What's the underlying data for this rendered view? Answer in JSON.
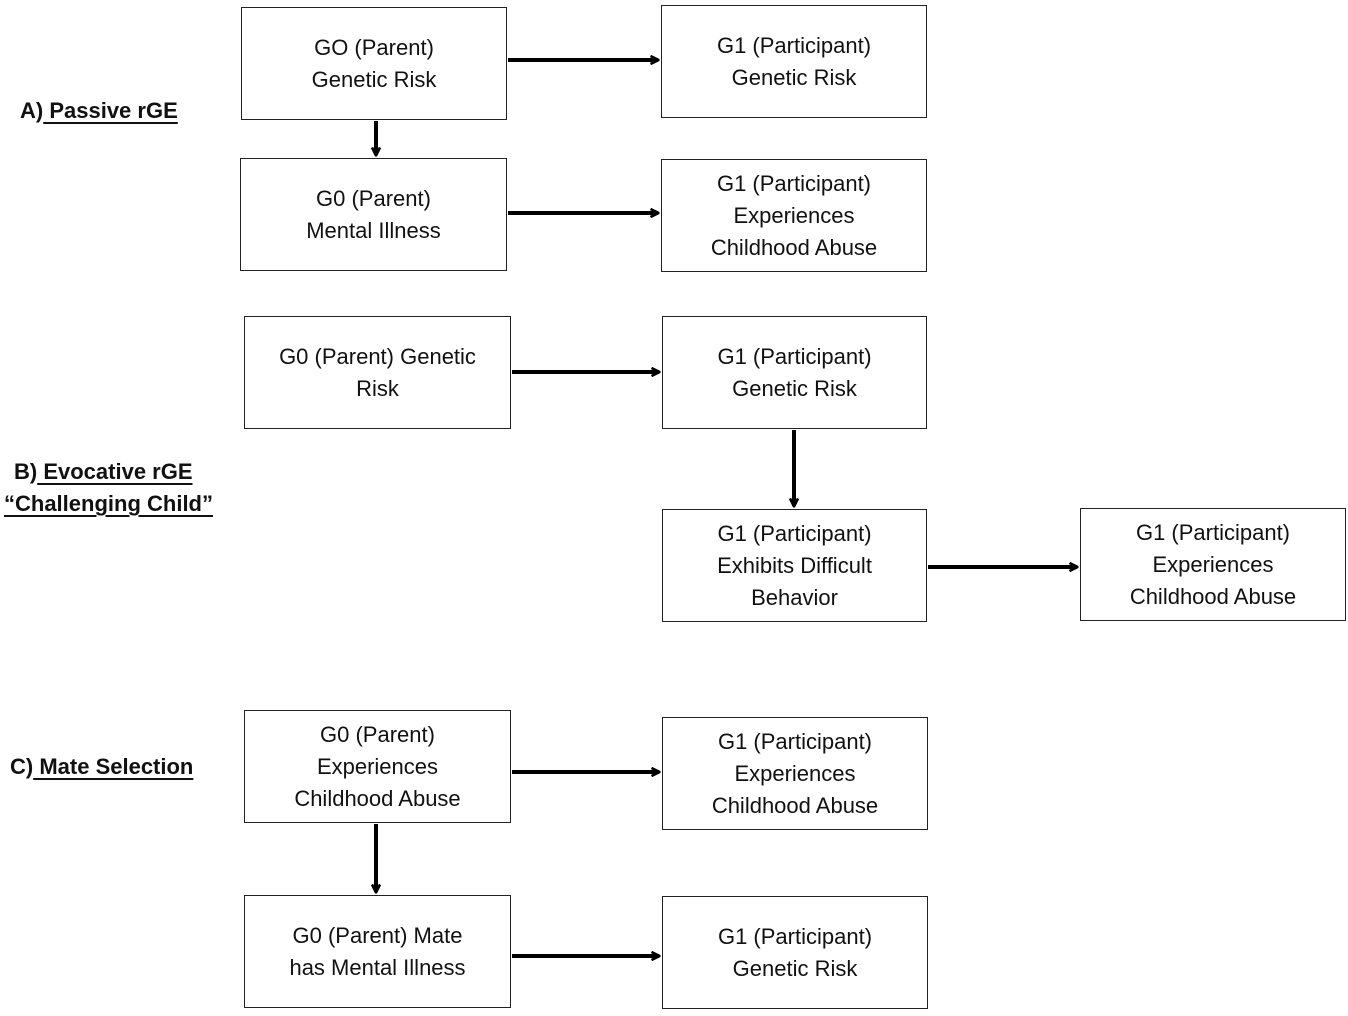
{
  "sections": {
    "a": {
      "prefix": "A)",
      "title": " Passive rGE"
    },
    "b": {
      "prefix": "B)",
      "title": " Evocative rGE",
      "subtitle": "“Challenging Child”"
    },
    "c": {
      "prefix": "C)",
      "title": " Mate Selection"
    }
  },
  "boxes": {
    "a_g0_genetic": "GO (Parent)\nGenetic Risk",
    "a_g1_genetic": "G1 (Participant)\nGenetic Risk",
    "a_g0_mental": "G0 (Parent)\nMental Illness",
    "a_g1_abuse": "G1 (Participant)\nExperiences\nChildhood Abuse",
    "b_g0_genetic": "G0 (Parent) Genetic\nRisk",
    "b_g1_genetic": "G1 (Participant)\nGenetic Risk",
    "b_g1_behavior": "G1 (Participant)\nExhibits Difficult\nBehavior",
    "b_g1_abuse": "G1 (Participant)\nExperiences\nChildhood Abuse",
    "c_g0_abuse": "G0 (Parent)\nExperiences\nChildhood Abuse",
    "c_g1_abuse": "G1 (Participant)\nExperiences\nChildhood Abuse",
    "c_g0_mate": "G0 (Parent) Mate\nhas Mental Illness",
    "c_g1_genetic": "G1 (Participant)\nGenetic Risk"
  }
}
